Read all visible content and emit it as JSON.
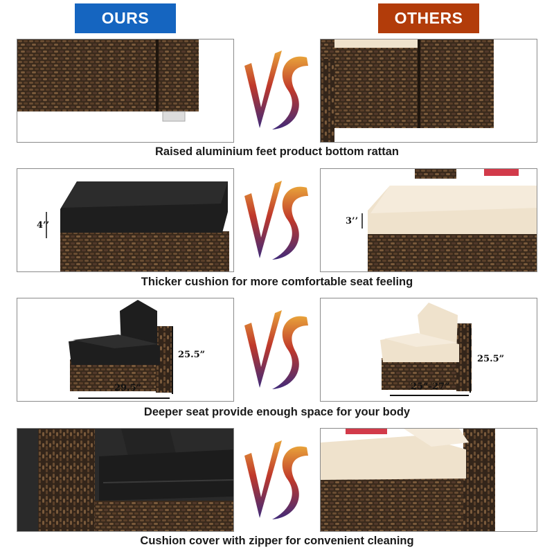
{
  "header": {
    "ours_label": "OURS",
    "others_label": "OTHERS",
    "ours_color": "#1565c0",
    "others_color": "#b23c0a"
  },
  "vs_label": "VS",
  "rows": [
    {
      "caption": "Raised aluminium feet product bottom rattan",
      "ours_dim": "",
      "others_dim": ""
    },
    {
      "caption": "Thicker cushion for more comfortable seat feeling",
      "ours_dim": "4’’",
      "others_dim": "3’’"
    },
    {
      "caption": "Deeper seat provide enough space for your body",
      "ours_height": "25.5”",
      "ours_width": "29.5”",
      "others_height": "25.5”",
      "others_width": "25”-27”"
    },
    {
      "caption": "Cushion cover with zipper for convenient cleaning"
    }
  ],
  "colors": {
    "rattan_dark": "#3a2a1c",
    "rattan_light": "#6b4e33",
    "cushion_black": "#1e1e1e",
    "cushion_beige": "#efe2cc",
    "vs_top": "#e8a23a",
    "vs_mid": "#b8322c",
    "vs_bottom": "#4a2a7a"
  }
}
